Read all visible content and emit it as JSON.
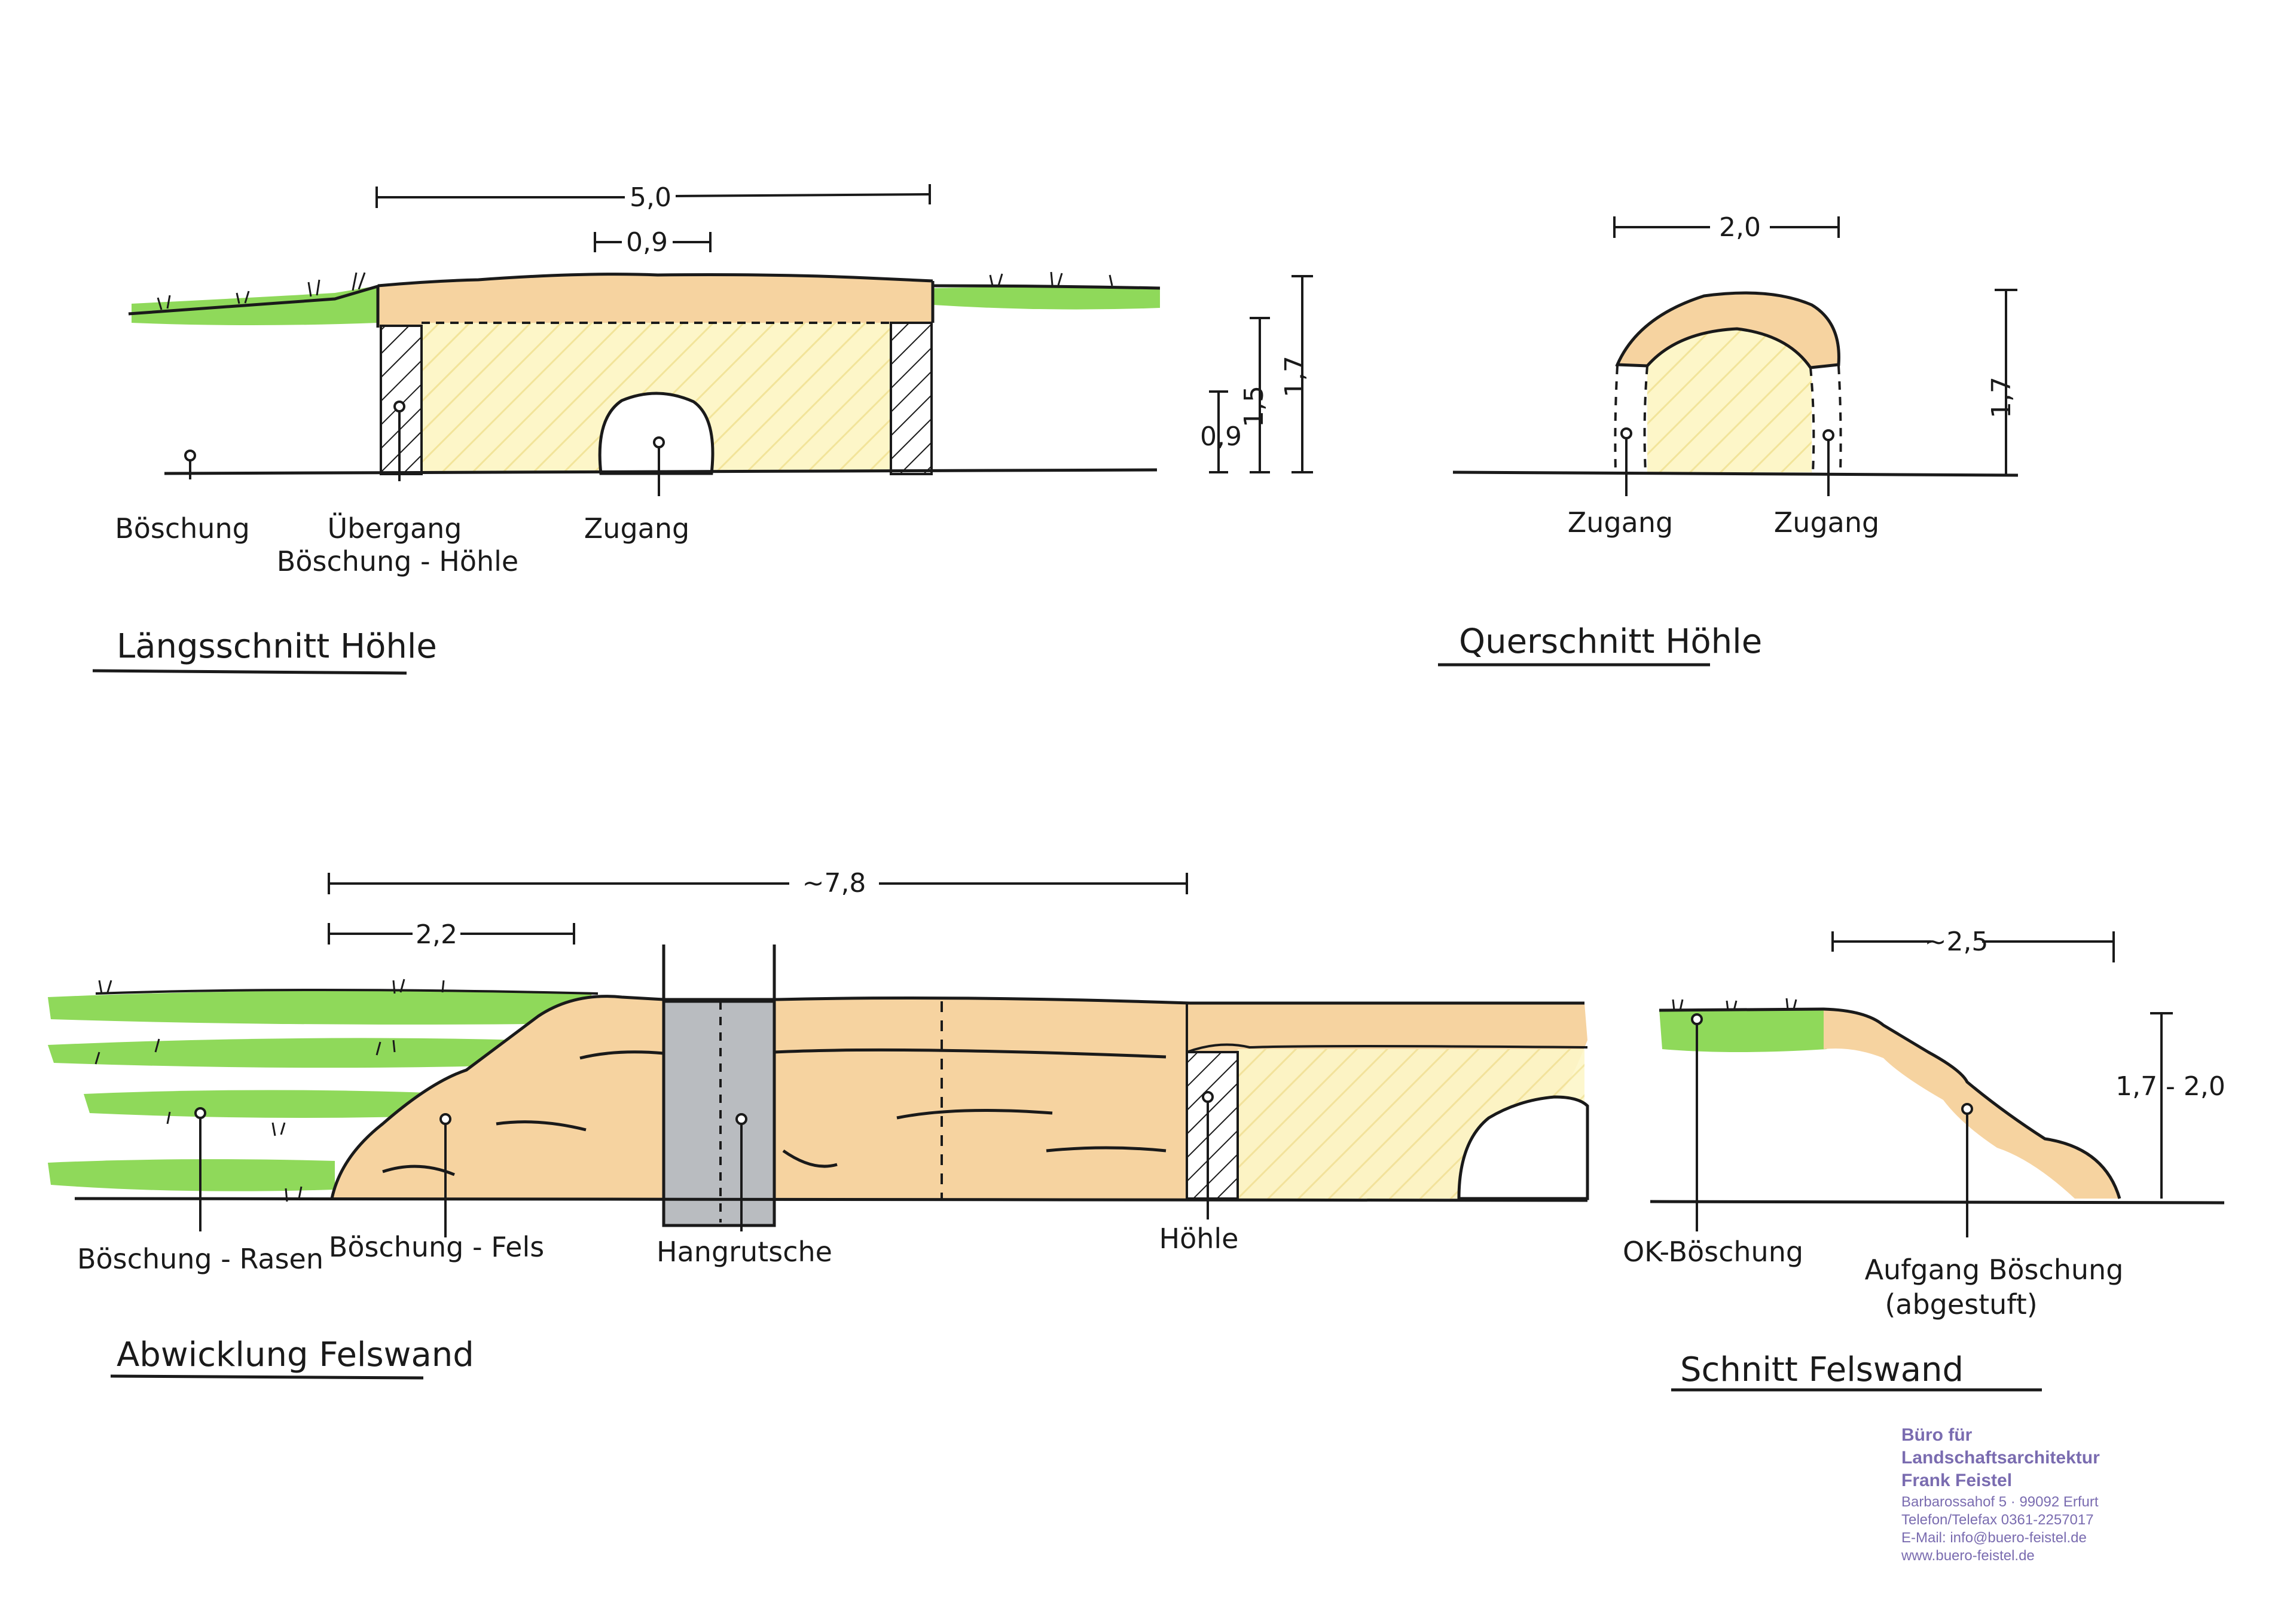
{
  "colors": {
    "grass": "#8fd95a",
    "sand": "#f6d3a0",
    "sand_light": "#fbe9c4",
    "hatch_fill": "#fdf6c8",
    "hang": "#b9bcc0",
    "ink": "#1a1a1a",
    "stamp": "#7a6cb0"
  },
  "laengsschnitt": {
    "title": "Längsschnitt Höhle",
    "dim_total": "5,0",
    "dim_opening": "0,9",
    "dim_h1": "1,5",
    "dim_h2": "1,7",
    "dim_h3": "0,9",
    "label_boeschung": "Böschung",
    "label_uebergang_1": "Übergang",
    "label_uebergang_2": "Böschung - Höhle",
    "label_zugang": "Zugang"
  },
  "querschnitt": {
    "title": "Querschnitt Höhle",
    "dim_width": "2,0",
    "dim_height": "1,7",
    "label_zugang_left": "Zugang",
    "label_zugang_right": "Zugang"
  },
  "abwicklung": {
    "title": "Abwicklung Felswand",
    "dim_total": "~7,8",
    "dim_part": "2,2",
    "label_boeschung_rasen": "Böschung - Rasen",
    "label_boeschung_fels": "Böschung - Fels",
    "label_hangrutsche": "Hangrutsche",
    "label_hoehle": "Höhle"
  },
  "schnitt_felswand": {
    "title": "Schnitt Felswand",
    "dim_width": "~2,5",
    "dim_height": "1,7 - 2,0",
    "label_ok": "OK-Böschung",
    "label_aufgang_1": "Aufgang Böschung",
    "label_aufgang_2": "(abgestuft)"
  },
  "stamp": {
    "line1": "Büro für",
    "line2": "Landschaftsarchitektur",
    "line3": "Frank Feistel",
    "line4": "Barbarossahof 5 · 99092 Erfurt",
    "line5": "Telefon/Telefax 0361-2257017",
    "line6": "E-Mail: info@buero-feistel.de",
    "line7": "www.buero-feistel.de"
  }
}
